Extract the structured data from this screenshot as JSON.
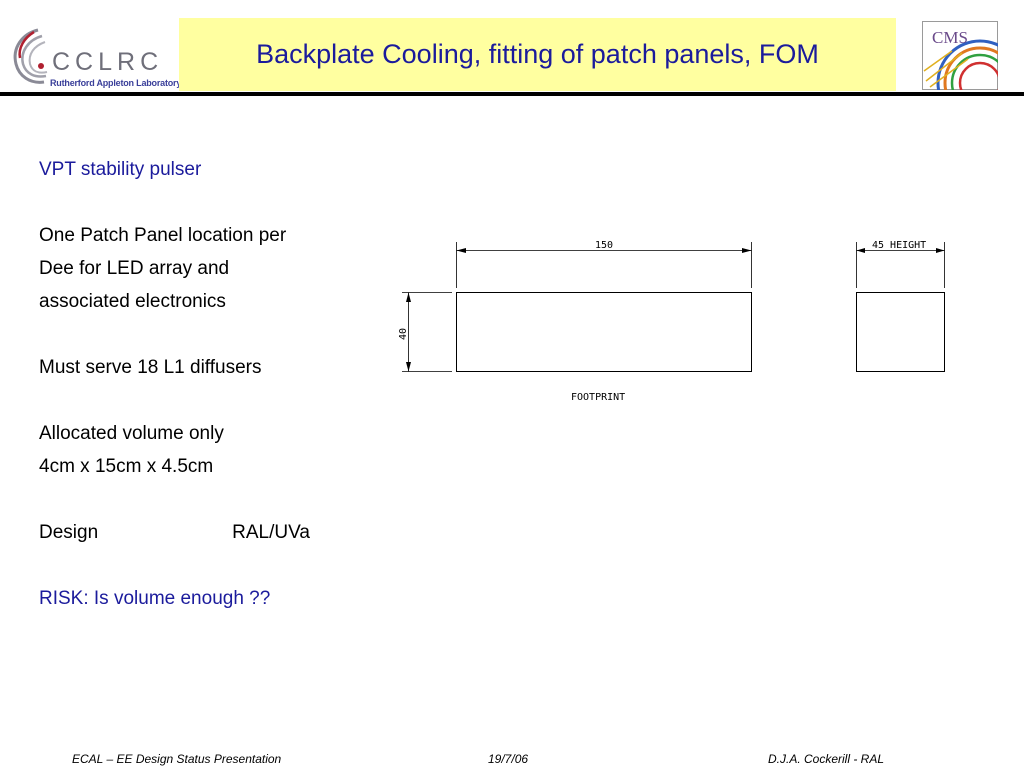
{
  "header": {
    "title": "Backplate Cooling, fitting of patch panels, FOM",
    "left_logo": {
      "name": "CCLRC",
      "subtitle": "Rutherford Appleton Laboratory"
    },
    "right_logo": {
      "name": "CMS"
    }
  },
  "content": {
    "lines": [
      "VPT stability pulser",
      "One Patch Panel location per",
      "Dee for LED array and",
      "associated electronics",
      "Must serve 18 L1 diffusers",
      "Allocated volume only",
      "4cm x 15cm x 4.5cm"
    ],
    "design": {
      "label": "Design",
      "value": "RAL/UVa"
    },
    "risk": "RISK: Is volume enough ??"
  },
  "drawing": {
    "width_label": "150",
    "depth_label": "40",
    "height_label": "45 HEIGHT",
    "caption": "FOOTPRINT"
  },
  "footer": {
    "left": "ECAL – EE Design Status Presentation",
    "center": "19/7/06",
    "right": "D.J.A. Cockerill - RAL"
  },
  "colors": {
    "accent_blue": "#1b1b9c",
    "title_background": "#ffffa0"
  }
}
